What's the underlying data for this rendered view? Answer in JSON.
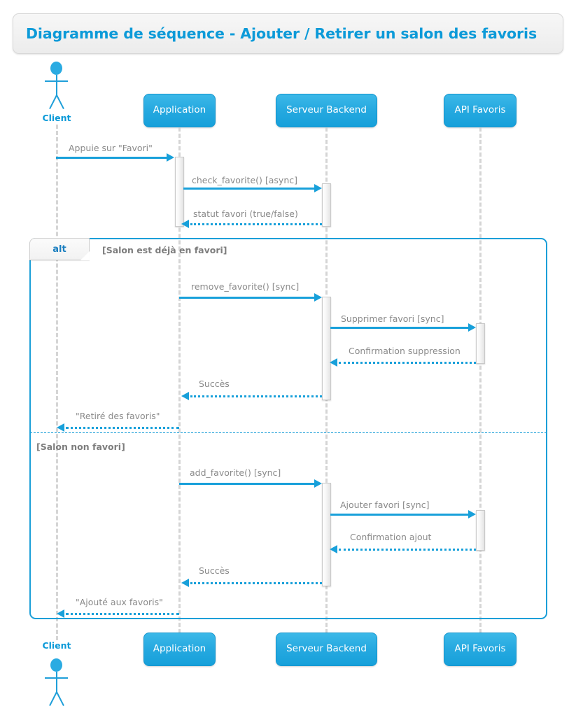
{
  "diagram": {
    "title": "Diagramme de séquence - Ajouter / Retirer un salon des favoris",
    "type": "uml-sequence-diagram",
    "colors": {
      "accent": "#18a0da",
      "participant_fill": "#26a9e0",
      "title_text": "#0c9ad8",
      "message_label": "#8a8a8a",
      "lifeline": "#d5d5d5",
      "frame_border": "#1b9fd8",
      "canvas_background": "#ffffff"
    },
    "actor": {
      "name": "Client",
      "label_top": "Client",
      "label_bottom": "Client"
    },
    "participants": [
      {
        "id": "client",
        "label": "Client",
        "kind": "actor"
      },
      {
        "id": "application",
        "label": "Application",
        "kind": "box"
      },
      {
        "id": "backend",
        "label": "Serveur Backend",
        "kind": "box"
      },
      {
        "id": "api",
        "label": "API Favoris",
        "kind": "box"
      }
    ],
    "fragment": {
      "operator": "alt",
      "branches": [
        {
          "condition": "[Salon est déjà en favori]"
        },
        {
          "condition": "[Salon non favori]"
        }
      ]
    },
    "messages": [
      {
        "id": "m1",
        "label": "Appuie sur \"Favori\"",
        "from": "client",
        "to": "application",
        "style": "solid",
        "direction": "right"
      },
      {
        "id": "m2",
        "label": "check_favorite() [async]",
        "from": "application",
        "to": "backend",
        "style": "solid",
        "direction": "right"
      },
      {
        "id": "m3",
        "label": "statut favori (true/false)",
        "from": "backend",
        "to": "application",
        "style": "dotted",
        "direction": "left"
      },
      {
        "id": "m4",
        "label": "remove_favorite() [sync]",
        "from": "application",
        "to": "backend",
        "style": "solid",
        "direction": "right"
      },
      {
        "id": "m5",
        "label": "Supprimer favori [sync]",
        "from": "backend",
        "to": "api",
        "style": "solid",
        "direction": "right"
      },
      {
        "id": "m6",
        "label": "Confirmation suppression",
        "from": "api",
        "to": "backend",
        "style": "dotted",
        "direction": "left"
      },
      {
        "id": "m7",
        "label": "Succès",
        "from": "backend",
        "to": "application",
        "style": "dotted",
        "direction": "left"
      },
      {
        "id": "m8",
        "label": "\"Retiré des favoris\"",
        "from": "application",
        "to": "client",
        "style": "dotted",
        "direction": "left"
      },
      {
        "id": "m9",
        "label": "add_favorite() [sync]",
        "from": "application",
        "to": "backend",
        "style": "solid",
        "direction": "right"
      },
      {
        "id": "m10",
        "label": "Ajouter favori [sync]",
        "from": "backend",
        "to": "api",
        "style": "solid",
        "direction": "right"
      },
      {
        "id": "m11",
        "label": "Confirmation ajout",
        "from": "api",
        "to": "backend",
        "style": "dotted",
        "direction": "left"
      },
      {
        "id": "m12",
        "label": "Succès",
        "from": "backend",
        "to": "application",
        "style": "dotted",
        "direction": "left"
      },
      {
        "id": "m13",
        "label": "\"Ajouté aux favoris\"",
        "from": "application",
        "to": "client",
        "style": "dotted",
        "direction": "left"
      }
    ]
  }
}
